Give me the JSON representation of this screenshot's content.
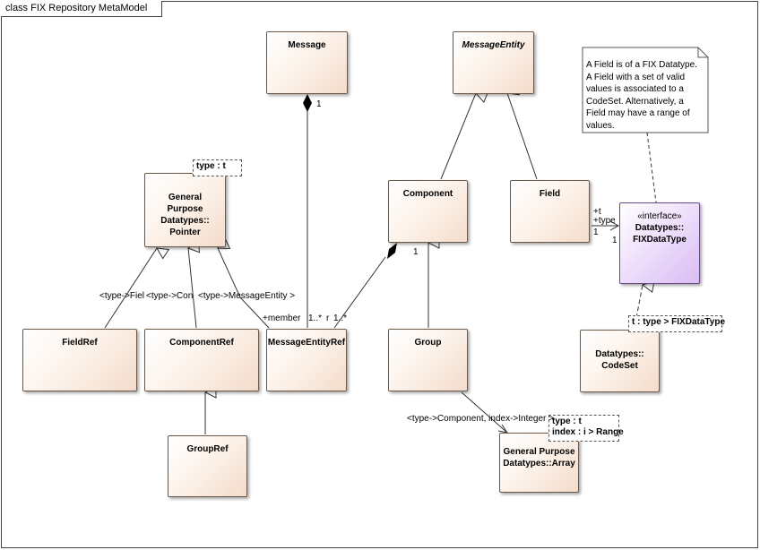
{
  "diagram": {
    "title": "class FIX Repository MetaModel"
  },
  "classes": {
    "message": "Message",
    "message_entity": "MessageEntity",
    "pointer": "General Purpose Datatypes:: Pointer",
    "component": "Component",
    "field": "Field",
    "fix_datatype_stereotype": "«interface»",
    "fix_datatype": "Datatypes:: FIXDataType",
    "field_ref": "FieldRef",
    "component_ref": "ComponentRef",
    "message_entity_ref": "MessageEntityRef",
    "group": "Group",
    "codeset": "Datatypes:: CodeSet",
    "group_ref": "GroupRef",
    "array": "General Purpose Datatypes::Array"
  },
  "template_params": {
    "pointer": "type : t",
    "codeset": "t : type > FIXDataType",
    "array_line1": "type : t",
    "array_line2": "index : i > Range"
  },
  "note": {
    "text": "A Field is of a FIX Datatype. A Field with a set of valid values is associated to a CodeSet. Alternatively, a Field may have a range of values."
  },
  "labels": {
    "message_mult": "1",
    "component_mult": "1",
    "binding_fieldref": "<type->Fiel",
    "binding_componentref": "<type->Con",
    "binding_messageentityref": "<type->MessageEntity >",
    "member_role": "+member",
    "member_mult_a": "1..*",
    "member_mult_b": "1..*",
    "r_label": "r",
    "field_t": "+t",
    "field_type": "+type",
    "field_mult": "1",
    "fixdatatype_mult": "1",
    "array_binding": "<type->Component, index->Integer >"
  }
}
